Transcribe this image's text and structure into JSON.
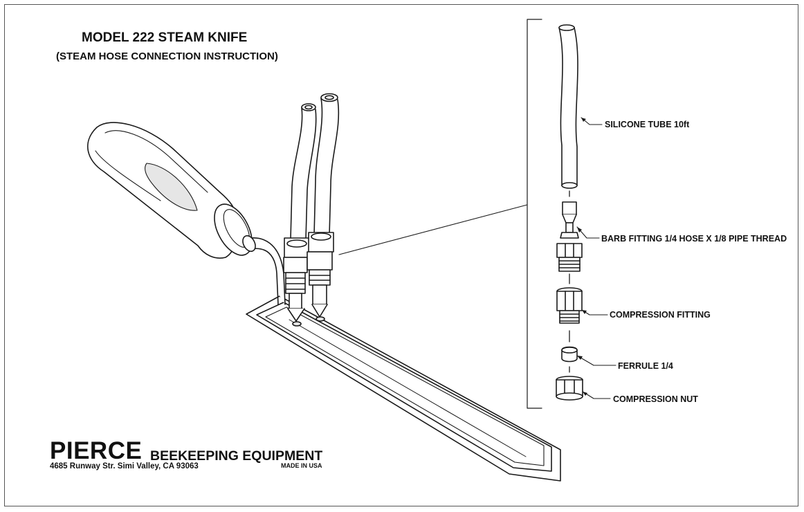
{
  "title": "MODEL 222 STEAM KNIFE",
  "subtitle": "(STEAM HOSE CONNECTION INSTRUCTION)",
  "parts": [
    {
      "label": "SILICONE TUBE 10ft",
      "icon": "silicone-tube-icon"
    },
    {
      "label": "BARB FITTING 1/4 HOSE X 1/8 PIPE THREAD",
      "icon": "barb-fitting-icon"
    },
    {
      "label": "COMPRESSION FITTING",
      "icon": "compression-fitting-icon"
    },
    {
      "label": "FERRULE 1/4",
      "icon": "ferrule-icon"
    },
    {
      "label": "COMPRESSION NUT",
      "icon": "compression-nut-icon"
    }
  ],
  "company": {
    "name": "PIERCE",
    "tagline": "BEEKEEPING EQUIPMENT",
    "address": "4685 Runway Str. Simi Valley, CA 93063",
    "made_in": "MADE IN USA"
  },
  "colors": {
    "line": "#1a1a1a",
    "fill": "#ffffff",
    "shade": "#e6e6e6"
  }
}
